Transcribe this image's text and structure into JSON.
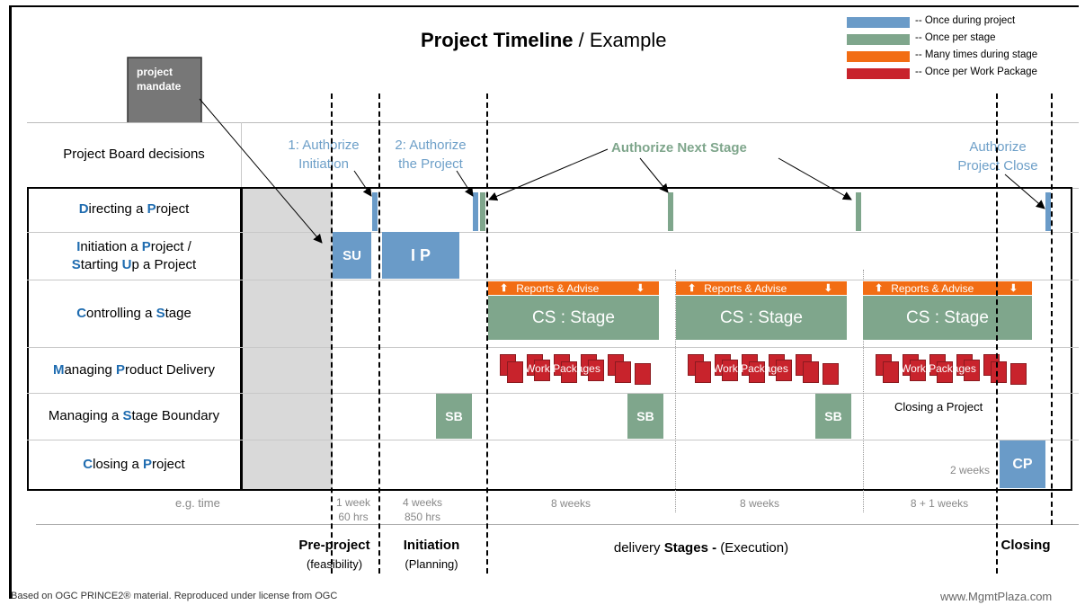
{
  "title": {
    "bold": "Project Timeline",
    "rest": " / Example"
  },
  "legend": [
    {
      "color": "#6a9bc8",
      "label": "-- Once during project"
    },
    {
      "color": "#7fa68c",
      "label": "-- Once per stage"
    },
    {
      "color": "#f26d14",
      "label": "-- Many times during stage"
    },
    {
      "color": "#c8232c",
      "label": "-- Once per Work Package"
    }
  ],
  "mandate": {
    "line1": "project",
    "line2": "mandate"
  },
  "header_row": {
    "label": "Project Board decisions"
  },
  "authorize": {
    "initiation_1": "1: Authorize",
    "initiation_2": "Initiation",
    "project_1": "2: Authorize",
    "project_2": "the Project",
    "next_stage": "Authorize Next Stage",
    "close_1": "Authorize",
    "close_2": "Project Close"
  },
  "rows": {
    "directing": {
      "parts": [
        "D",
        "irecting a ",
        "P",
        "roject"
      ]
    },
    "initiation": {
      "line1": [
        "I",
        "nitiation a ",
        "P",
        "roject /"
      ],
      "line2": [
        "S",
        "tarting ",
        "U",
        "p a Project"
      ]
    },
    "controlling": {
      "parts": [
        "C",
        "ontrolling a ",
        "S",
        "tage"
      ]
    },
    "managing_pd": {
      "parts": [
        "M",
        "anaging ",
        "P",
        "roduct Delivery"
      ]
    },
    "managing_sb": {
      "text": "Managing a Stage Boundary",
      "parts": [
        "Managing a ",
        "S",
        "tage Boundary"
      ]
    },
    "closing": {
      "parts": [
        "C",
        "losing a ",
        "P",
        "roject"
      ]
    }
  },
  "boxes": {
    "su": "SU",
    "ip": "I P",
    "sb": "SB",
    "cp": "CP",
    "cs": "CS : Stage",
    "reports": "Reports & Advise",
    "arrow_up": "⬆",
    "arrow_down": "⬇",
    "work_packages": "Work Packages",
    "closing_text": "Closing a Project",
    "two_weeks": "2 weeks"
  },
  "time_row": {
    "label": "e.g. time",
    "su_1": "1 week",
    "su_2": "60 hrs",
    "ip_1": "4 weeks",
    "ip_2": "850 hrs",
    "s1": "8 weeks",
    "s2": "8 weeks",
    "s3": "8 + 1 weeks"
  },
  "phases": {
    "pre_bold": "Pre-project",
    "pre_sub": "(feasibility)",
    "init_bold": "Initiation",
    "init_sub": "(Planning)",
    "delivery_pre": "delivery ",
    "delivery_bold": "Stages -",
    "delivery_post": " (Execution)",
    "closing_bold": "Closing"
  },
  "footer": {
    "left": "Based on OGC PRINCE2® material. Reproduced under license from OGC",
    "right": "www.MgmtPlaza.com"
  }
}
